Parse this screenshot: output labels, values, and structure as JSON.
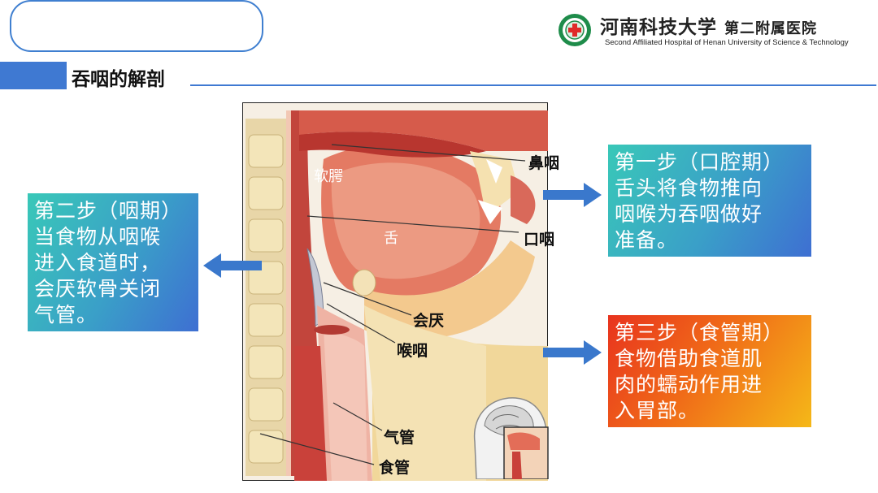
{
  "header": {
    "logo_name": "河南科技大学",
    "logo_sub": "第二附属医院",
    "logo_en": "Second Affiliated Hospital of Henan University of Science  & Technology"
  },
  "title": "吞咽的解剖",
  "labels": {
    "ruane": "软腭",
    "biyan": "鼻咽",
    "she": "舌",
    "kouyan": "口咽",
    "huiyan": "会厌",
    "houyan": "喉咽",
    "qiguan": "气管",
    "shiguan": "食管"
  },
  "steps": {
    "step2": {
      "lines": [
        "第二步（咽期）",
        "当食物从咽喉",
        "进入食道时，",
        "会厌软骨关闭",
        "气管。"
      ]
    },
    "step1": {
      "lines": [
        "第一步（口腔期）",
        "舌头将食物推向",
        "咽喉为吞咽做好",
        "准备。"
      ]
    },
    "step3": {
      "lines": [
        "第三步（食管期）",
        "食物借助食道肌",
        "肉的蠕动作用进",
        "入胃部。"
      ]
    }
  },
  "colors": {
    "accent_blue": "#3f79d2",
    "box_teal_start": "#39c8b8",
    "box_blue_end": "#3e6fd2",
    "box_red_start": "#e8331e",
    "box_yellow_end": "#f5b818",
    "arrow_blue": "#3a78cc"
  },
  "icons": {
    "hospital_seal": "hospital-seal-icon",
    "arrow_left": "arrow-left-icon",
    "arrow_right": "arrow-right-icon"
  }
}
